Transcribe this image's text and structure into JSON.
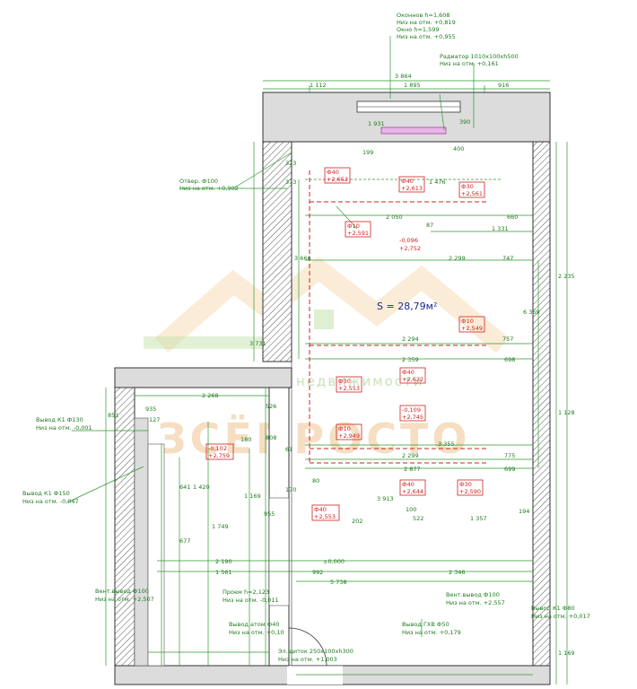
{
  "plan": {
    "area_label": "S = 28,79м²",
    "watermark": {
      "main": "ЗСЁПРОСТО",
      "sub": "недвижимости"
    },
    "notes": {
      "window": [
        "Оконнов h=1,608",
        "Низ на отм. +0,819",
        "Окно h=1,599",
        "Низ на отм. +0,955"
      ],
      "radiator": [
        "Радиатор 1010х100хh500",
        "Низ на отм. +0,161"
      ],
      "hole": [
        "Отвер. Ф100",
        "Низ на отм. +0,902"
      ],
      "k1_130": [
        "Вывод К1 Ф130",
        "Низ на отм. -0,001"
      ],
      "k1_150": [
        "Вывод К1 Ф150",
        "Низ на отм. -0,047"
      ],
      "vent": [
        "Вент.вывод Ф100",
        "Низ на отм. +2,507"
      ],
      "opening": [
        "Проем h=2,123",
        "Низ на отм. -0,011"
      ],
      "vent2": [
        "Вент.вывод Ф100",
        "Низ на отм. +2,557"
      ],
      "k1_80": [
        "Вывод К1 Ф80",
        "Низ на отм. +0,017"
      ],
      "hvs": [
        "Вывод ГХВ Ф50",
        "Низ на отм. +0,179"
      ],
      "atom": [
        "Вывод атом Ф40",
        "Низ на отм. +0,10"
      ],
      "shield": [
        "Эл.щиток 250х100хh300",
        "Низ на отм. +1,003"
      ]
    },
    "dims": {
      "top_total": "3 864",
      "top_a": "1 112",
      "top_b": "1 895",
      "top_c": "916",
      "d390": "390",
      "d400": "400",
      "d199": "199",
      "d1931": "1 931",
      "d323": "323",
      "d373": "373",
      "d1476": "1 476",
      "d2050": "2 050",
      "d660": "660",
      "d1331": "1 331",
      "d87": "87",
      "d2299a": "2 299",
      "d747": "747",
      "d3666": "3 666",
      "d2235": "2 235",
      "d3731": "3 731",
      "d6369": "6 369",
      "d2294": "2 294",
      "d757": "757",
      "d2359": "2 359",
      "d698": "698",
      "d3355": "3 355",
      "d2299b": "2 299",
      "d775": "775",
      "d2877": "2 877",
      "d699": "699",
      "d3913": "3 913",
      "d100": "100",
      "d522": "522",
      "d1357": "1 357",
      "d194": "194",
      "d202": "202",
      "d5738": "5 738",
      "d2346": "2 346",
      "d992": "992",
      "d1561": "1 561",
      "d2190": "2 190",
      "d1749": "1 749",
      "d2268": "2 268",
      "d851": "851",
      "d935": "935",
      "d127": "127",
      "d526": "526",
      "d808": "808",
      "d180": "180",
      "d61": "61",
      "d641": "641",
      "d1420": "1 420",
      "d1169": "1 169",
      "d955": "955",
      "d677": "677",
      "d170": "170",
      "d80": "80",
      "d1128": "1 128",
      "d1169b": "1 169",
      "zero": "±0,000"
    },
    "marks": [
      {
        "t1": "Ф40",
        "t2": "+2,652"
      },
      {
        "t1": "Ф40",
        "t2": "+2,613"
      },
      {
        "t1": "Ф30",
        "t2": "+2,561"
      },
      {
        "t1": "Ф10",
        "t2": "+2,591"
      },
      {
        "t1": "-0,096",
        "t2": "+2,752"
      },
      {
        "t1": "Ф10",
        "t2": "+2,549"
      },
      {
        "t1": "Ф40",
        "t2": "+2,622"
      },
      {
        "t1": "Ф30",
        "t2": "+2,553"
      },
      {
        "t1": "-0,109",
        "t2": "+2,745"
      },
      {
        "t1": "Ф10",
        "t2": "+2,949"
      },
      {
        "t1": "-0,102",
        "t2": "+2,759"
      },
      {
        "t1": "Ф40",
        "t2": "+2,644"
      },
      {
        "t1": "Ф30",
        "t2": "+2,590"
      },
      {
        "t1": "Ф40",
        "t2": "+2,553"
      }
    ]
  }
}
